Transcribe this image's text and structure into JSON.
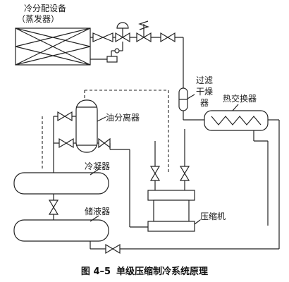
{
  "labels": {
    "evaporator_line1": "冷分配设备",
    "evaporator_line2": "（蒸发器）",
    "filter_drier_1": "过滤",
    "filter_drier_2": "干燥",
    "filter_drier_3": "器",
    "heat_exchanger": "热交换器",
    "oil_separator": "油分离器",
    "condenser": "冷凝器",
    "receiver": "储液器",
    "compressor": "压缩机"
  },
  "caption": {
    "figure_number": "图 4–5",
    "title": "单级压缩制冷系统原理"
  }
}
